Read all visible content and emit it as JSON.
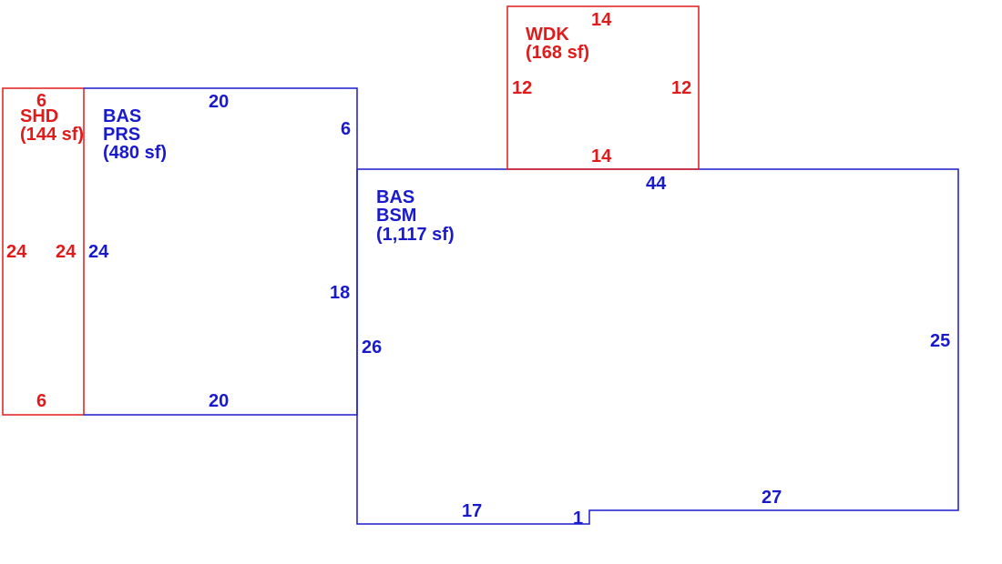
{
  "colors": {
    "main": "#1a1acd",
    "accent": "#e01b1b"
  },
  "areas": {
    "shd": {
      "code": "SHD",
      "area": "(144 sf)"
    },
    "bas_prs": {
      "code1": "BAS",
      "code2": "PRS",
      "area": "(480 sf)"
    },
    "bas_bsm": {
      "code1": "BAS",
      "code2": "BSM",
      "area": "(1,117 sf)"
    },
    "wdk": {
      "code": "WDK",
      "area": "(168 sf)"
    }
  },
  "dimensions": {
    "shd_top": "6",
    "shd_bottom": "6",
    "shd_left": "24",
    "shd_right": "24",
    "prs_top": "20",
    "prs_bottom": "20",
    "prs_left": "24",
    "prs_right": "6",
    "main_top": "44",
    "main_left": "26",
    "main_right": "25",
    "main_step": "18",
    "main_bottom_left": "17",
    "main_bottom_right": "27",
    "main_notch": "1",
    "wdk_top": "14",
    "wdk_bottom": "14",
    "wdk_left": "12",
    "wdk_right": "12"
  }
}
